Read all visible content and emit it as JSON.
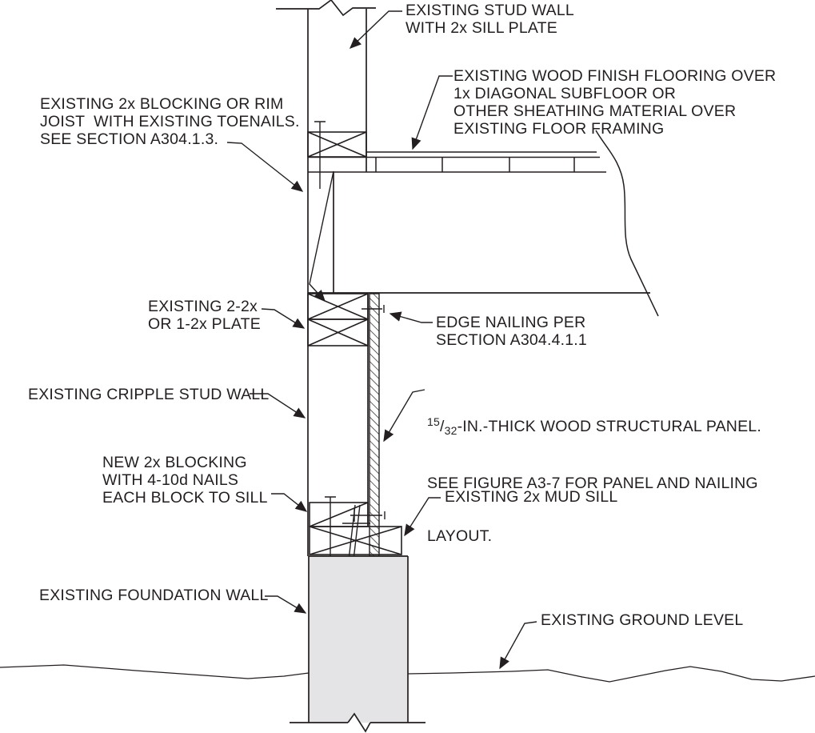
{
  "figure": {
    "background": "#ffffff",
    "line_color": "#231f20",
    "foundation_fill": "#e4e4e6"
  },
  "labels": {
    "stud_wall": "EXISTING STUD WALL\nWITH 2x SILL PLATE",
    "flooring": "EXISTING WOOD FINISH FLOORING OVER\n1x DIAGONAL SUBFLOOR OR\nOTHER SHEATHING MATERIAL OVER\nEXISTING FLOOR FRAMING",
    "blocking_rim": "EXISTING 2x BLOCKING OR RIM\nJOIST  WITH EXISTING TOENAILS.\nSEE SECTION A304.1.3.",
    "plate": "EXISTING 2-2x\nOR 1-2x PLATE",
    "edge_nailing": "EDGE NAILING PER\nSECTION A304.4.1.1",
    "cripple_wall": "EXISTING CRIPPLE STUD WALL",
    "panel": {
      "num": "15",
      "slash": "/",
      "den": "32",
      "line1": "-IN.-THICK WOOD STRUCTURAL PANEL.",
      "line2": "SEE FIGURE A3-7 FOR PANEL AND NAILING",
      "line3": "LAYOUT."
    },
    "new_blocking": "NEW 2x BLOCKING\nWITH 4-10d NAILS\nEACH BLOCK TO SILL",
    "mud_sill": "EXISTING 2x MUD SILL",
    "foundation": "EXISTING FOUNDATION WALL",
    "ground": "EXISTING GROUND LEVEL"
  }
}
